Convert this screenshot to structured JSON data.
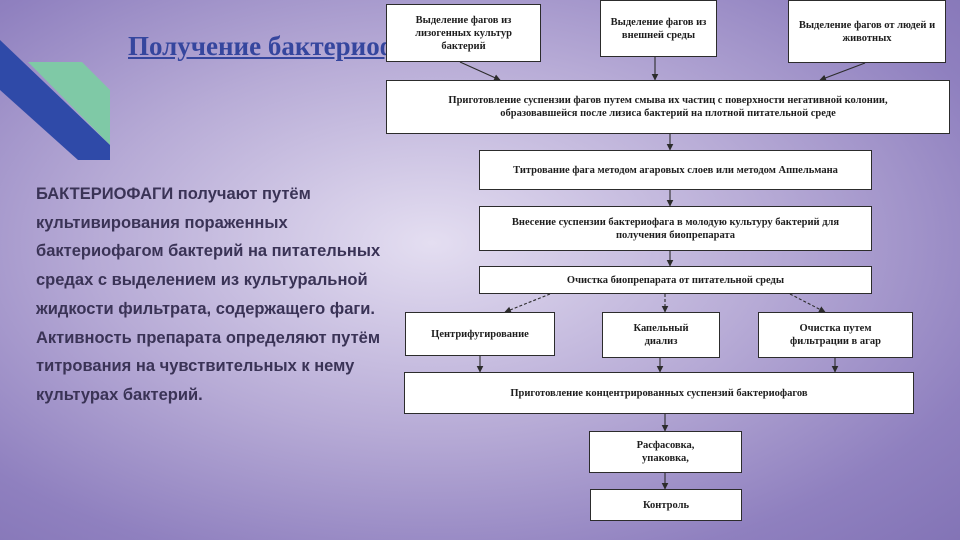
{
  "slide": {
    "title": "Получение бактериофагов",
    "body_lead": "БАКТЕРИОФАГИ",
    "body_rest": " получают путём культивирования пораженных бактериофагом бактерий на питательных средах с выделением из культуральной жидкости фильтрата, содержащего фаги. Активность препарата определяют путём титрования на чувствительных к нему культурах бактерий."
  },
  "flowchart": {
    "source_lysogenic": "Выделение фагов из лизогенных культур бактерий",
    "source_environment": "Выделение фагов из внешней среды",
    "source_humans_animals": "Выделение фагов от людей и животных",
    "suspension_prep": "Приготовление суспензии фагов путем смыва их частиц с поверхности негативной колонии, образовавшейся после лизиса бактерий на плотной питательной среде",
    "titration": "Титрование фага методом агаровых слоев или методом Аппельмана",
    "inoculation": "Внесение суспензии бактериофага в молодую культуру бактерий для получения биопрепарата",
    "purification": "Очистка биопрепарата от питательной среды",
    "centrifugation": "Центрифугирование",
    "dialysis": "Капельный диализ",
    "filtration": "Очистка путем фильтрации в агар",
    "concentrated": "Приготовление концентрированных суспензий бактериофагов",
    "packaging": "Расфасовка, упаковка,",
    "control": "Контроль"
  },
  "colors": {
    "title": "#35469e",
    "body_text": "#3a3356",
    "deco_blue": "#2f4aa8",
    "deco_green": "#7fc9a6"
  },
  "icons": {
    "corner_decoration": "diagonal-stripes"
  }
}
